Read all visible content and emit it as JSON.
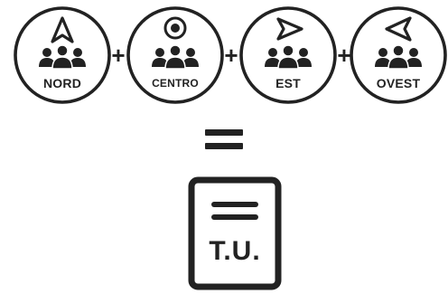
{
  "groups": [
    {
      "label": "NORD",
      "icon": "north-arrow-icon"
    },
    {
      "label": "CENTRO",
      "icon": "target-icon"
    },
    {
      "label": "EST",
      "icon": "east-arrow-icon"
    },
    {
      "label": "OVEST",
      "icon": "west-arrow-icon"
    }
  ],
  "operators": {
    "plus": "+",
    "equals": "="
  },
  "result": {
    "label": "T.U.",
    "icon": "document-icon"
  },
  "colors": {
    "ink": "#222222",
    "background": "#ffffff"
  }
}
